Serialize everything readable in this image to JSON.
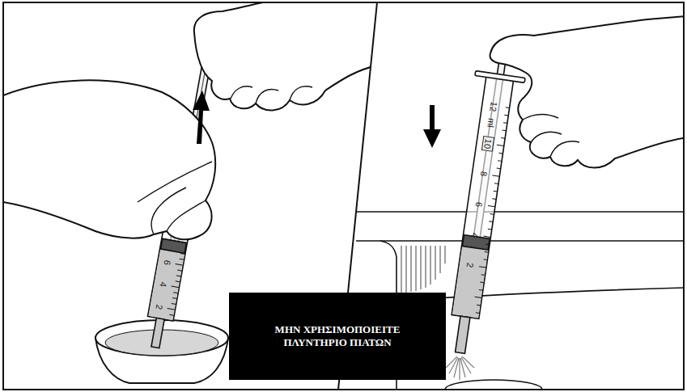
{
  "diagram": {
    "nodes": [
      {
        "text": [
          "ΜΗΝ ΧΡΗΣΙΜΟΠΟΙΕΙΤΕ ΠΛΥΝΤΗΡΙΟ ΠΙΑΤΩΝ"
        ]
      },
      {
        "text": [
          "10"
        ]
      }
    ],
    "labels": [
      "6",
      "4",
      "2",
      "12",
      "ml",
      "8",
      "6",
      "4",
      "2"
    ]
  }
}
